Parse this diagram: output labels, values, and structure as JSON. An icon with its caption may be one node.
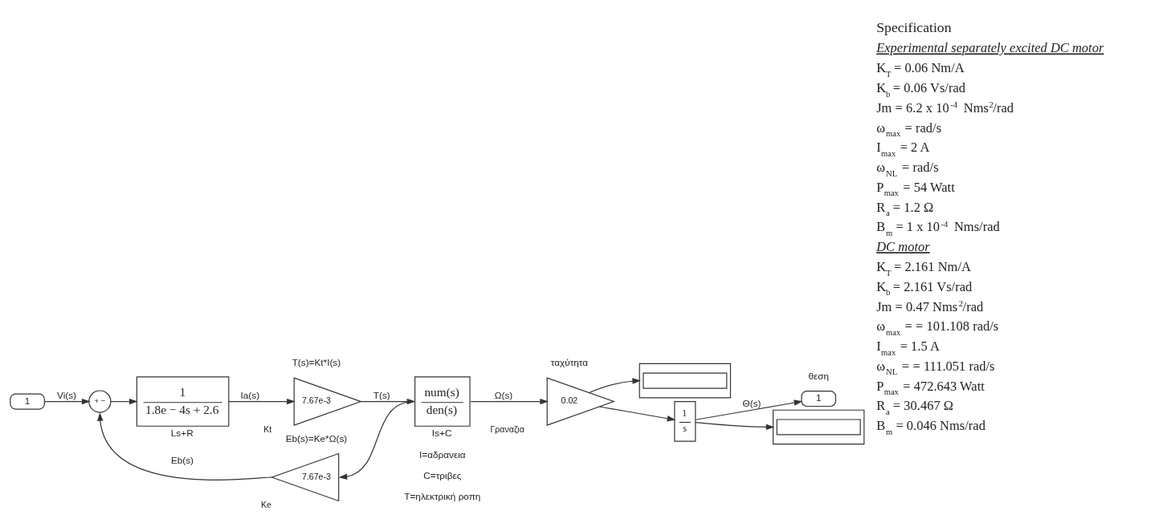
{
  "diagram": {
    "nodes": [
      {
        "text": [
          "1"
        ]
      },
      {
        "text": [
          "+ −"
        ]
      },
      {
        "text": [
          "1",
          "1.8e − 4s + 2.6"
        ],
        "beside": [
          "Ls+R"
        ]
      },
      {
        "text": [
          "7.67e-3"
        ],
        "beside": [
          "Kt"
        ]
      },
      {
        "text": [
          "num(s)",
          "den(s)"
        ],
        "beside": [
          "Is+C"
        ]
      },
      {
        "text": [
          "0.02"
        ],
        "beside": [
          "Γραναζια"
        ]
      },
      {
        "text": [],
        "shape": "box"
      },
      {
        "text": [
          "1",
          "s"
        ]
      },
      {
        "text": [
          "1"
        ]
      },
      {
        "text": [],
        "shape": "box"
      },
      {
        "text": [
          "7.67e-3"
        ],
        "beside": [
          "Ke"
        ]
      }
    ],
    "edges": [
      {
        "from": 0,
        "to": 1,
        "arrow": "to",
        "label": "Vi(s)"
      },
      {
        "from": 1,
        "to": 2,
        "arrow": "to"
      },
      {
        "from": 2,
        "to": 3,
        "arrow": "to",
        "label": "Ia(s)"
      },
      {
        "from": 3,
        "to": 4,
        "arrow": "to",
        "label": "T(s)"
      },
      {
        "from": 4,
        "to": 5,
        "arrow": "to",
        "label": "Ω(s)"
      },
      {
        "from": 4,
        "to": 10,
        "arrow": "to"
      },
      {
        "from": 10,
        "to": 1,
        "arrow": "to",
        "label": "Eb(s)"
      },
      {
        "from": 5,
        "to": 6,
        "arrow": "to"
      },
      {
        "from": 5,
        "to": 7,
        "arrow": "to"
      },
      {
        "from": 7,
        "to": 8,
        "arrow": "to",
        "label": "Θ(s)"
      },
      {
        "from": 7,
        "to": 9,
        "arrow": "to"
      }
    ],
    "labels": [
      "T(s)=Kt*I(s)",
      "ταχύτητα",
      "θεση",
      "I=αδρανεια",
      "C=τριβες",
      "T=ηλεκτρική ροπη",
      "Eb(s)=Ke*Ω(s)",
      "Specification",
      "Experimental separately excited DC motor",
      "K$_{T}$ = 0.06 Nm/A",
      "K$_{b}$ = 0.06 Vs/rad",
      "Jm = 6.2 x 10$^{-4}$ Nms$^{2}$/rad",
      "ω$_{max}$ = rad/s",
      "I$_{max}$ = 2 A",
      "ω$_{NL}$ = rad/s",
      "P$_{max}$ = 54 Watt",
      "R$_{a}$ = 1.2 Ω",
      "B$_{m}$ = 1 x 10$^{-4}$ Nms/rad",
      "DC motor",
      "K$_{T}$ = 2.161 Nm/A",
      "K$_{b}$ = 2.161 Vs/rad",
      "Jm = 0.47 Nms$^{2}$/rad",
      "ω$_{max}$ = = 101.108 rad/s",
      "I$_{max}$ = 1.5 A",
      "ω$_{NL}$ = = 111.051 rad/s",
      "P$_{max}$ = 472.643 Watt",
      "R$_{a}$ = 30.467 Ω",
      "B$_{m}$ = 0.046 Nms/rad"
    ]
  }
}
